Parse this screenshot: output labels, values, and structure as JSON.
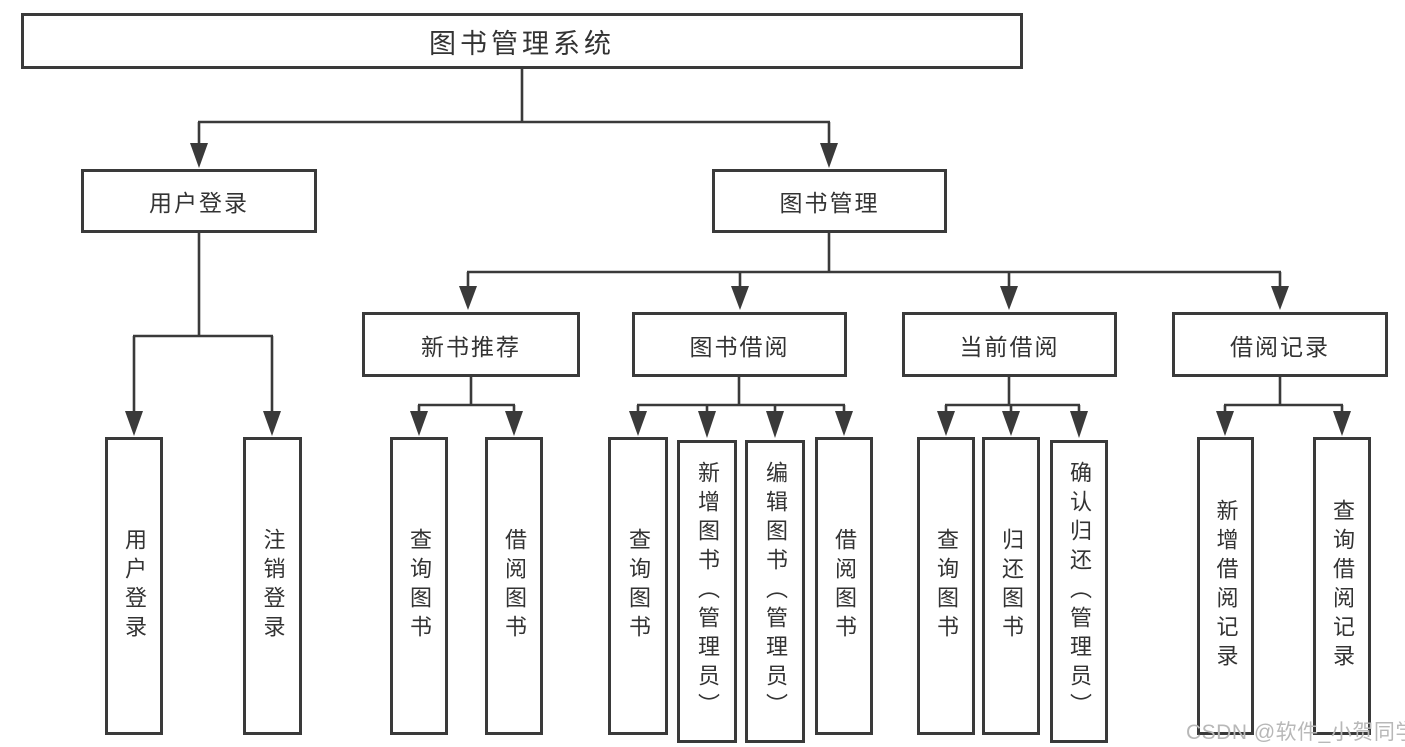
{
  "diagram": {
    "title": "图书管理系统",
    "root": {
      "label": "图书管理系统"
    },
    "level2": [
      {
        "label": "用户登录"
      },
      {
        "label": "图书管理"
      }
    ],
    "level3": [
      {
        "label": "新书推荐",
        "parent": "图书管理"
      },
      {
        "label": "图书借阅",
        "parent": "图书管理"
      },
      {
        "label": "当前借阅",
        "parent": "图书管理"
      },
      {
        "label": "借阅记录",
        "parent": "图书管理"
      }
    ],
    "leaves": [
      {
        "label": "用户登录",
        "parent": "用户登录"
      },
      {
        "label": "注销登录",
        "parent": "用户登录"
      },
      {
        "label": "查询图书",
        "parent": "新书推荐"
      },
      {
        "label": "借阅图书",
        "parent": "新书推荐"
      },
      {
        "label": "查询图书",
        "parent": "图书借阅"
      },
      {
        "label": "新增图书（管理员）",
        "parent": "图书借阅"
      },
      {
        "label": "编辑图书（管理员）",
        "parent": "图书借阅"
      },
      {
        "label": "借阅图书",
        "parent": "图书借阅"
      },
      {
        "label": "查询图书",
        "parent": "当前借阅"
      },
      {
        "label": "归还图书",
        "parent": "当前借阅"
      },
      {
        "label": "确认归还（管理员）",
        "parent": "当前借阅"
      },
      {
        "label": "新增借阅记录",
        "parent": "借阅记录"
      },
      {
        "label": "查询借阅记录",
        "parent": "借阅记录"
      }
    ]
  },
  "watermark": {
    "text": "CSDN @软件_小贺同学"
  },
  "colors": {
    "line": "#3a3a3a",
    "text": "#333333",
    "box_background": "#ffffff",
    "watermark": "#b8b8b8"
  }
}
